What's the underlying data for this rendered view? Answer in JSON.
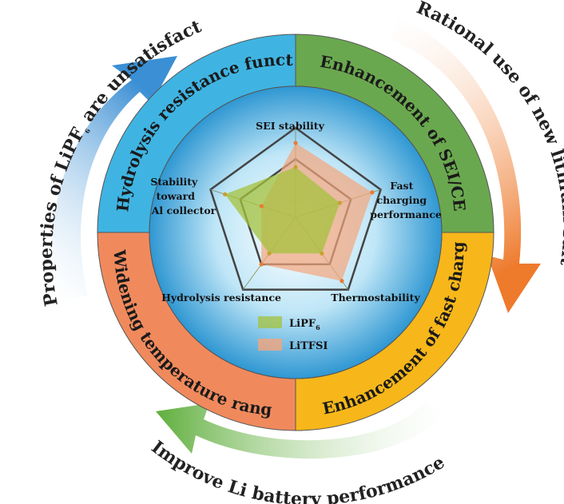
{
  "outer_labels": {
    "left": "Properties of LiPF",
    "left_sub": "6",
    "left_tail": " are unsatisfactory",
    "right": "Rational use of new lithium salt",
    "bottom": "Improve Li battery performance"
  },
  "segments": {
    "top_left": "Hydrolysis resistance function",
    "top_right": "Enhancement of SEI/CEI",
    "bottom_right": "Enhancement of fast charging",
    "bottom_left": "Widening temperature range"
  },
  "colors": {
    "blue": "#3fb4e2",
    "green": "#6aa84f",
    "yellow": "#f7b71a",
    "orange": "#f08a5d",
    "lipf6_fill": "#a4c23c",
    "litfsi_fill": "#f4a57c",
    "marker": "#ea7a32"
  },
  "chart_data": {
    "type": "radar",
    "axes": [
      {
        "line1": "SEI stability",
        "line2": "",
        "line3": ""
      },
      {
        "line1": "Fast",
        "line2": "charging",
        "line3": "performance"
      },
      {
        "line1": "Thermostability",
        "line2": "",
        "line3": ""
      },
      {
        "line1": "Hydrolysis resistance",
        "line2": "",
        "line3": ""
      },
      {
        "line1": "Stability",
        "line2": "toward",
        "line3": "Al collector"
      }
    ],
    "series": [
      {
        "name": "LiPF",
        "name_sub": "6",
        "values": [
          0.56,
          0.52,
          0.5,
          0.5,
          0.83
        ]
      },
      {
        "name": "LiTFSI",
        "name_sub": "",
        "values": [
          0.83,
          0.9,
          0.88,
          0.65,
          0.4
        ]
      }
    ],
    "rings": [
      0.65,
      1.0
    ],
    "max": 1.0
  }
}
